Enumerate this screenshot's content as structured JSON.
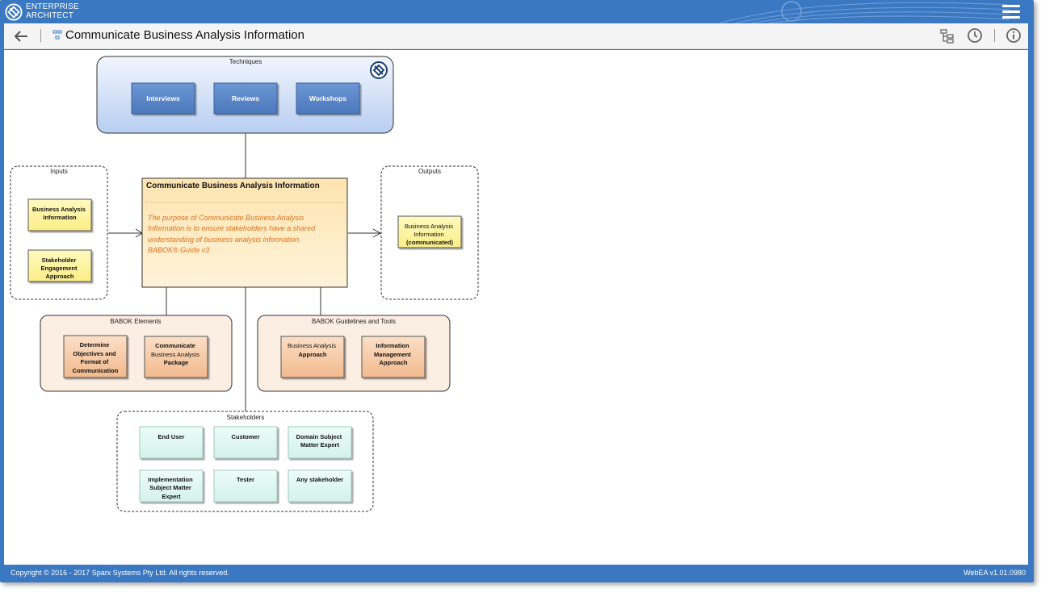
{
  "app": {
    "logo_line1": "ENTERPRISE",
    "logo_line2": "ARCHITECT"
  },
  "header": {
    "title": "Communicate Business Analysis Information"
  },
  "diagram": {
    "techniques": {
      "label": "Techniques",
      "items": [
        "Interviews",
        "Reviews",
        "Workshops"
      ]
    },
    "inputs": {
      "label": "Inputs",
      "items": [
        [
          "Business Analysis",
          "Information"
        ],
        [
          "Stakeholder",
          "Engagement",
          "Approach"
        ]
      ]
    },
    "outputs": {
      "label": "Outputs",
      "items": [
        [
          "Business Analysis",
          "Information",
          "(communicated)"
        ]
      ]
    },
    "task": {
      "title": "Communicate Business Analysis Information",
      "description": [
        "The purpose of Communicate Business Analysis",
        "Information is to ensure stakeholders have a shared",
        "understanding of business analysis information.",
        "BABOK® Guide v3"
      ]
    },
    "elements": {
      "label": "BABOK Elements",
      "items": [
        [
          "Determine",
          "Objectives and",
          "Format of",
          "Communication"
        ],
        [
          "Communicate",
          "Business Analysis",
          "Package"
        ]
      ]
    },
    "guidelines": {
      "label": "BABOK Guidelines and Tools",
      "items": [
        [
          "Business Analysis",
          "Approach"
        ],
        [
          "Information",
          "Management",
          "Approach"
        ]
      ]
    },
    "stakeholders": {
      "label": "Stakeholders",
      "items": [
        [
          "End User"
        ],
        [
          "Customer"
        ],
        [
          "Domain Subject",
          "Matter Expert"
        ],
        [
          "Implementation",
          "Subject Matter",
          "Expert"
        ],
        [
          "Tester"
        ],
        [
          "Any stakeholder"
        ]
      ]
    }
  },
  "footer": {
    "copyright": "Copyright © 2016 - 2017 Sparx Systems Pty Ltd. All rights reserved.",
    "version": "WebEA v1.01.0980"
  },
  "colors": {
    "brand_blue": "#3a78c2",
    "technique_btn": "#5b86c8",
    "input_yellow": "#fdf7a5",
    "task_orange": "#fde9bb",
    "element_peach": "#f6c8a1",
    "stakeholder_teal": "#dff7f2"
  }
}
